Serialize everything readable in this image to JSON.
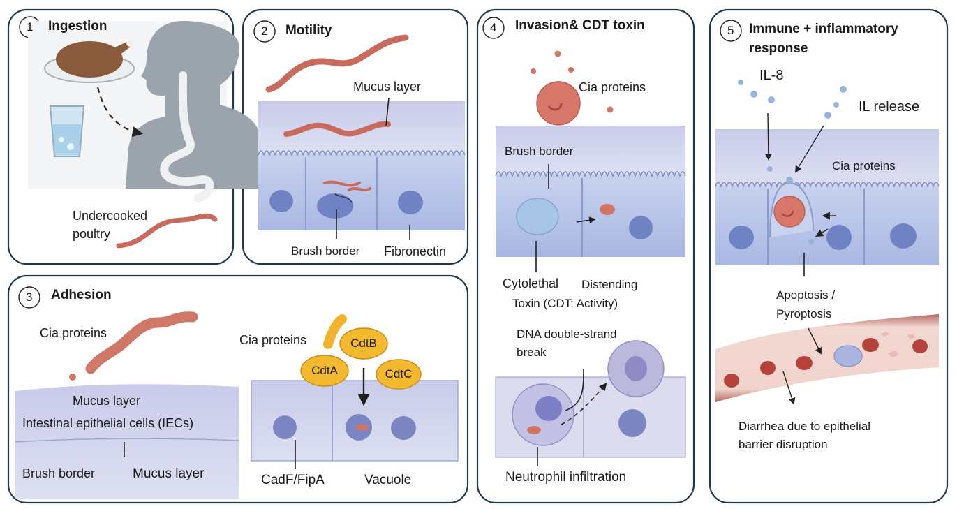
{
  "panels": {
    "p1": {
      "number": "1",
      "title": "Ingestion",
      "label_food": "Undercooked\npoultry"
    },
    "p2": {
      "number": "2",
      "title": "Motility",
      "label_mucus": "Mucus layer",
      "label_brush": "Brush border",
      "label_fibronectin": "Fibronectin"
    },
    "p3": {
      "number": "3",
      "title": "Adhesion",
      "label_cia_left": "Cia proteins",
      "label_mucus_top": "Mucus layer",
      "label_iecs": "Intestinal epithelial cells (IECs)",
      "label_brush": "Brush border",
      "label_mucus_bottom": "Mucus layer",
      "label_cia_right": "Cia proteins",
      "toxin_a": "CdtA",
      "toxin_b": "CdtB",
      "toxin_c": "CdtC",
      "label_cadf": "CadF/FipA",
      "label_vacuole": "Vacuole"
    },
    "p4": {
      "number": "4",
      "title": "Invasion& CDT toxin",
      "label_cia": "Cia proteins",
      "label_brush": "Brush border",
      "label_cdt_1": "Cytolethal",
      "label_cdt_2": "Distending",
      "label_cdt_3": "Toxin (CDT: Activity)",
      "label_dna_1": "DNA double-strand",
      "label_dna_2": "break",
      "label_neutrophil": "Neutrophil infiltration"
    },
    "p5": {
      "number": "5",
      "title_1": "Immune + inflammatory",
      "title_2": "response",
      "label_il8": "IL-8",
      "label_il_release": "IL release",
      "label_cia": "Cia proteins",
      "label_apoptosis_1": "Apoptosis /",
      "label_apoptosis_2": "Pyroptosis",
      "label_diarrhea_1": "Diarrhea due to epithelial",
      "label_diarrhea_2": "barrier disruption"
    }
  },
  "colors": {
    "panel_border": "#1f3a4a",
    "mucus": "#d8d9ef",
    "cell": "#b9c6ea",
    "nucleus": "#6f83c4",
    "bacterium": "#d07565",
    "toxin": "#f3b92f",
    "body": "#9aa3ac"
  }
}
